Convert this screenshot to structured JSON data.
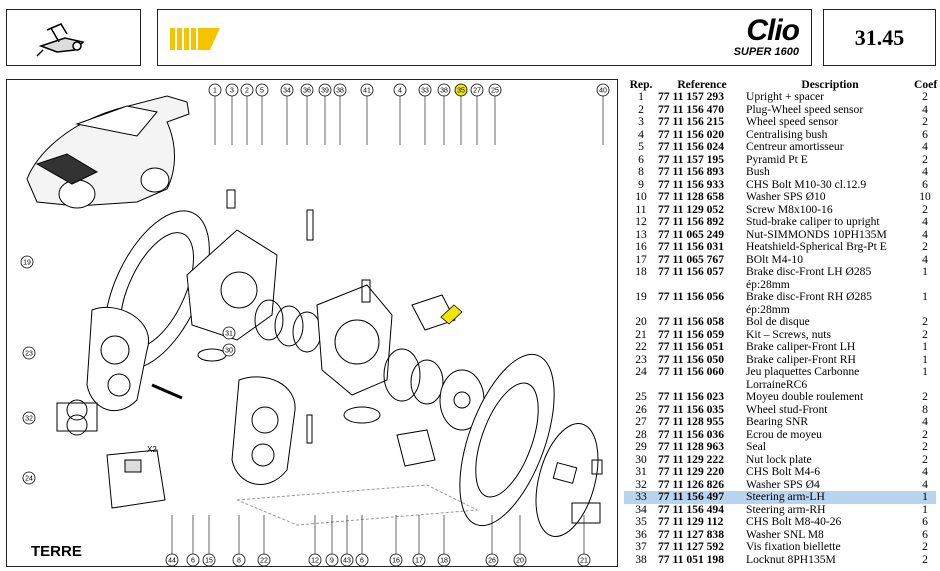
{
  "header": {
    "brand": "Clio",
    "sub_brand": "SUPER 1600",
    "page_number": "31.45"
  },
  "diagram": {
    "label": "TERRE",
    "top_callouts": [
      "1",
      "3",
      "2",
      "5",
      "34",
      "36",
      "39",
      "38",
      "41",
      "4",
      "33",
      "38",
      "35",
      "27",
      "25",
      "40"
    ],
    "bottom_callouts": [
      "44",
      "6",
      "15",
      "8",
      "22",
      "12",
      "9",
      "43",
      "6",
      "16",
      "17",
      "18",
      "26",
      "20",
      "21"
    ],
    "left_callouts": [
      "19",
      "23",
      "32",
      "24"
    ],
    "middle_callouts": [
      "31",
      "30"
    ],
    "pad_count": "X2",
    "highlight_color": "#f2e600"
  },
  "parts": {
    "headers": {
      "rep": "Rep.",
      "reference": "Reference",
      "description": "Description",
      "coef": "Coef"
    },
    "highlight_row": 29,
    "rows": [
      {
        "rep": "1",
        "ref": "77 11 157 293",
        "desc": "Upright + spacer",
        "coef": "2"
      },
      {
        "rep": "2",
        "ref": "77 11 156 470",
        "desc": "Plug-Wheel speed sensor",
        "coef": "4"
      },
      {
        "rep": "3",
        "ref": "77 11 156 215",
        "desc": "Wheel speed sensor",
        "coef": "2"
      },
      {
        "rep": "4",
        "ref": "77 11 156 020",
        "desc": "Centralising bush",
        "coef": "6"
      },
      {
        "rep": "5",
        "ref": "77 11 156 024",
        "desc": "Centreur amortisseur",
        "coef": "4"
      },
      {
        "rep": "6",
        "ref": "77 11 157 195",
        "desc": "Pyramid Pt E",
        "coef": "2"
      },
      {
        "rep": "8",
        "ref": "77 11 156 893",
        "desc": "Bush",
        "coef": "4"
      },
      {
        "rep": "9",
        "ref": "77 11 156 933",
        "desc": "CHS Bolt M10-30 cl.12.9",
        "coef": "6"
      },
      {
        "rep": "10",
        "ref": "77 11 128 658",
        "desc": "Washer SPS Ø10",
        "coef": "10"
      },
      {
        "rep": "11",
        "ref": "77 11 129 052",
        "desc": "Screw M8x100-16",
        "coef": "2"
      },
      {
        "rep": "12",
        "ref": "77 11 156 892",
        "desc": "Stud-brake caliper to upright",
        "coef": "4"
      },
      {
        "rep": "13",
        "ref": "77 11 065 249",
        "desc": "Nut-SIMMONDS 10PH135M",
        "coef": "4"
      },
      {
        "rep": "16",
        "ref": "77 11 156 031",
        "desc": "Heatshield-Spherical Brg-Pt E",
        "coef": "2"
      },
      {
        "rep": "17",
        "ref": "77 11 065 767",
        "desc": "BOlt M4-10",
        "coef": "4"
      },
      {
        "rep": "18",
        "ref": "77 11 156 057",
        "desc": "Brake disc-Front LH Ø285 ép:28mm",
        "coef": "1"
      },
      {
        "rep": "19",
        "ref": "77 11 156 056",
        "desc": "Brake disc-Front RH Ø285 ép:28mm",
        "coef": "1"
      },
      {
        "rep": "20",
        "ref": "77 11 156 058",
        "desc": "Bol de disque",
        "coef": "2"
      },
      {
        "rep": "21",
        "ref": "77 11 156 059",
        "desc": "Kit – Screws, nuts",
        "coef": "2"
      },
      {
        "rep": "22",
        "ref": "77 11 156 051",
        "desc": "Brake caliper-Front LH",
        "coef": "1"
      },
      {
        "rep": "23",
        "ref": "77 11 156 050",
        "desc": "Brake caliper-Front RH",
        "coef": "1"
      },
      {
        "rep": "24",
        "ref": "77 11 156 060",
        "desc": "Jeu plaquettes Carbonne LorraineRC6",
        "coef": "1"
      },
      {
        "rep": "25",
        "ref": "77 11 156 023",
        "desc": "Moyeu double roulement",
        "coef": "2"
      },
      {
        "rep": "26",
        "ref": "77 11 156 035",
        "desc": "Wheel stud-Front",
        "coef": "8"
      },
      {
        "rep": "27",
        "ref": "77 11 128 955",
        "desc": "Bearing SNR",
        "coef": "4"
      },
      {
        "rep": "28",
        "ref": "77 11 156 036",
        "desc": "Ecrou de moyeu",
        "coef": "2"
      },
      {
        "rep": "29",
        "ref": "77 11 128 963",
        "desc": "Seal",
        "coef": "2"
      },
      {
        "rep": "30",
        "ref": "77 11 129 222",
        "desc": "Nut lock plate",
        "coef": "2"
      },
      {
        "rep": "31",
        "ref": "77 11 129 220",
        "desc": "CHS Bolt M4-6",
        "coef": "4"
      },
      {
        "rep": "32",
        "ref": "77 11 126 826",
        "desc": "Washer SPS Ø4",
        "coef": "4"
      },
      {
        "rep": "33",
        "ref": "77 11 156 497",
        "desc": "Steering arm-LH",
        "coef": "1"
      },
      {
        "rep": "34",
        "ref": "77 11 156 494",
        "desc": "Steering arm-RH",
        "coef": "1"
      },
      {
        "rep": "35",
        "ref": "77 11 129 112",
        "desc": "CHS Bolt M8-40-26",
        "coef": "6"
      },
      {
        "rep": "36",
        "ref": "77 11 127 838",
        "desc": "Washer SNL M8",
        "coef": "6"
      },
      {
        "rep": "37",
        "ref": "77 11 127 592",
        "desc": "Vis fixation biellette",
        "coef": "2"
      },
      {
        "rep": "38",
        "ref": "77 11 051 198",
        "desc": "Locknut 8PH135M",
        "coef": "2"
      }
    ]
  }
}
